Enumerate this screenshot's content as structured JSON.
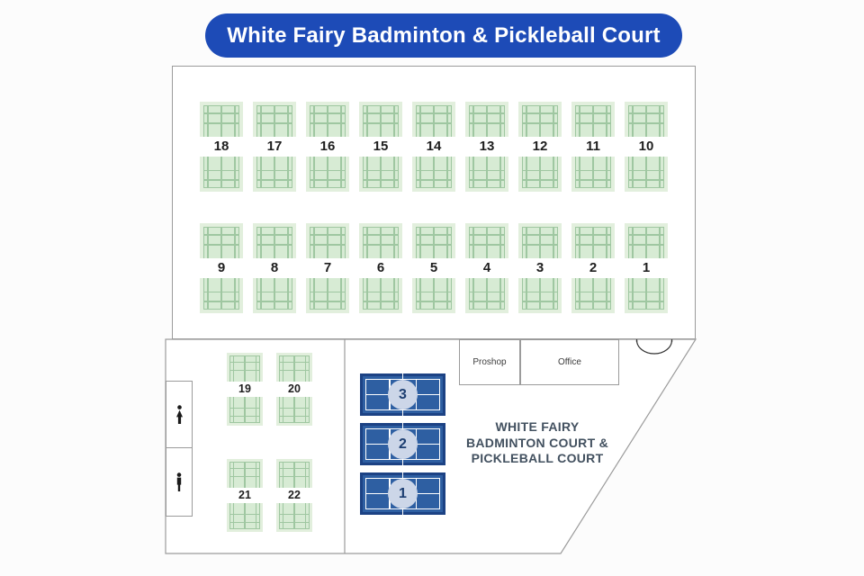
{
  "title": "White Fairy Badminton & Pickleball Court",
  "area_label": {
    "line1": "WHITE FAIRY",
    "line2": "BADMINTON COURT &",
    "line3": "PICKLEBALL COURT"
  },
  "rooms": {
    "proshop": "Proshop",
    "office": "Office"
  },
  "badminton": {
    "row_top": [
      "18",
      "17",
      "16",
      "15",
      "14",
      "13",
      "12",
      "11",
      "10"
    ],
    "row_bottom": [
      "9",
      "8",
      "7",
      "6",
      "5",
      "4",
      "3",
      "2",
      "1"
    ],
    "annex_top": [
      "19",
      "20"
    ],
    "annex_bottom": [
      "21",
      "22"
    ]
  },
  "pickleball": {
    "courts": [
      "3",
      "2",
      "1"
    ]
  },
  "restrooms": {
    "icons": [
      "woman-icon",
      "man-icon"
    ]
  },
  "icons": {
    "door": "double-door-icon"
  },
  "colors": {
    "banner_bg": "#1d4bb7",
    "wall": "#9b9b9b",
    "court_halo": "#e2efdd",
    "court_fill": "#d7ebd4",
    "court_line": "#9fc7a1",
    "pickle_navy": "#1c4284",
    "pickle_fill": "#2e5fa2",
    "pickle_circle": "#ccd6e8",
    "label_text": "#42505f"
  }
}
